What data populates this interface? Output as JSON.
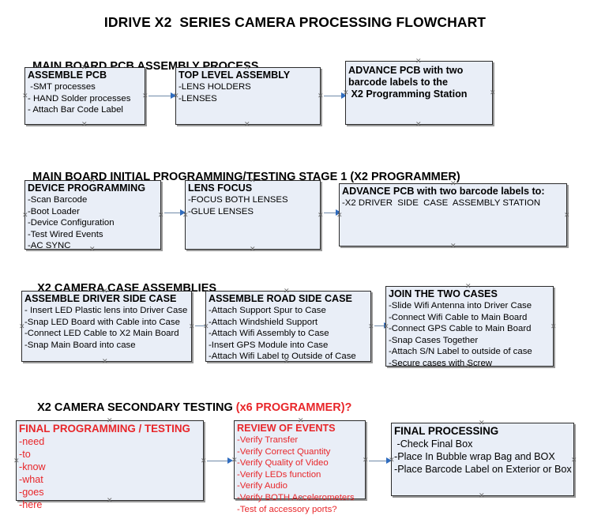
{
  "document": {
    "title": "IDRIVE X2  SERIES CAMERA PROCESSING FLOWCHART"
  },
  "colors": {
    "box_fill": "#e9eef7",
    "box_border": "#2b2b2b",
    "connector": "#6f8aa8",
    "arrow": "#2f6cbf",
    "red_text": "#e8262a",
    "black_text": "#000000"
  },
  "sections": [
    {
      "id": "main-board-pcb-assembly",
      "heading": "MAIN BOARD PCB ASSEMBLY PROCESS",
      "heading_red": "",
      "boxes": [
        {
          "id": "assemble-pcb",
          "title": "ASSEMBLE PCB",
          "lines": [
            " -SMT processes",
            "- HAND Solder processes",
            "- Attach Bar Code Label"
          ]
        },
        {
          "id": "top-level-assembly",
          "title": "TOP LEVEL ASSEMBLY",
          "lines": [
            "-LENS HOLDERS",
            "-LENSES"
          ]
        },
        {
          "id": "advance-pcb-to-programming-station",
          "title": "ADVANCE PCB with two\nbarcode labels to the\n X2 Programming Station",
          "lines": []
        }
      ]
    },
    {
      "id": "main-board-initial-programming",
      "heading": "MAIN BOARD INITIAL PROGRAMMING/TESTING STAGE 1 (X2 PROGRAMMER)",
      "heading_red": "",
      "boxes": [
        {
          "id": "device-programming",
          "title": "DEVICE PROGRAMMING",
          "lines": [
            "-Scan Barcode",
            "-Boot Loader",
            "-Device Configuration",
            "-Test Wired Events",
            "-AC SYNC"
          ]
        },
        {
          "id": "lens-focus",
          "title": "LENS FOCUS",
          "lines": [
            "-FOCUS BOTH LENSES",
            "-GLUE LENSES"
          ]
        },
        {
          "id": "advance-pcb-to-driver-side-case",
          "title": "ADVANCE PCB with two barcode labels to:",
          "lines": [
            "-X2 DRIVER  SIDE  CASE  ASSEMBLY STATION"
          ]
        }
      ]
    },
    {
      "id": "x2-camera-case-assemblies",
      "heading": "X2 CAMERA CASE ASSEMBLIES",
      "heading_red": "",
      "boxes": [
        {
          "id": "assemble-driver-side-case",
          "title": "ASSEMBLE DRIVER SIDE CASE",
          "lines": [
            "- Insert LED Plastic lens into Driver Case",
            "-Snap LED Board with Cable into Case",
            "-Connect LED Cable to X2 Main Board",
            "-Snap Main Board into case"
          ]
        },
        {
          "id": "assemble-road-side-case",
          "title": "ASSEMBLE ROAD SIDE CASE",
          "lines": [
            "-Attach Support Spur to Case",
            "-Attach Windshield Support",
            "-Attach Wifi Assembly to Case",
            "-Insert GPS Module into Case",
            "-Attach Wifi Label to Outside of Case"
          ]
        },
        {
          "id": "join-the-two-cases",
          "title": "JOIN THE TWO CASES",
          "lines": [
            "-Slide Wifi Antenna into Driver Case",
            "-Connect Wifi Cable to Main Board",
            "-Connect GPS Cable to Main Board",
            "-Snap Cases Together",
            "-Attach S/N Label to outside of case",
            "-Secure cases with Screw"
          ]
        }
      ]
    },
    {
      "id": "x2-camera-secondary-testing",
      "heading": "X2 CAMERA SECONDARY TESTING ",
      "heading_red": "(x6 PROGRAMMER)?",
      "boxes": [
        {
          "id": "final-programming-testing",
          "title": "FINAL PROGRAMMING / TESTING",
          "lines": [
            "-need",
            "-to",
            "-know",
            "-what",
            "-goes",
            "-here"
          ]
        },
        {
          "id": "review-of-events",
          "title": "REVIEW OF EVENTS",
          "lines": [
            "-Verify Transfer",
            "-Verify Correct Quantity",
            "-Verify Quality of Video",
            "-Verify LEDs function",
            "-Verify Audio",
            "-Verify BOTH Accelerometers",
            "-Test of accessory ports?"
          ]
        },
        {
          "id": "final-processing",
          "title": "FINAL PROCESSING",
          "lines": [
            " -Check Final Box",
            "-Place In Bubble wrap Bag and BOX",
            "-Place Barcode Label on Exterior or Box"
          ]
        }
      ]
    }
  ]
}
